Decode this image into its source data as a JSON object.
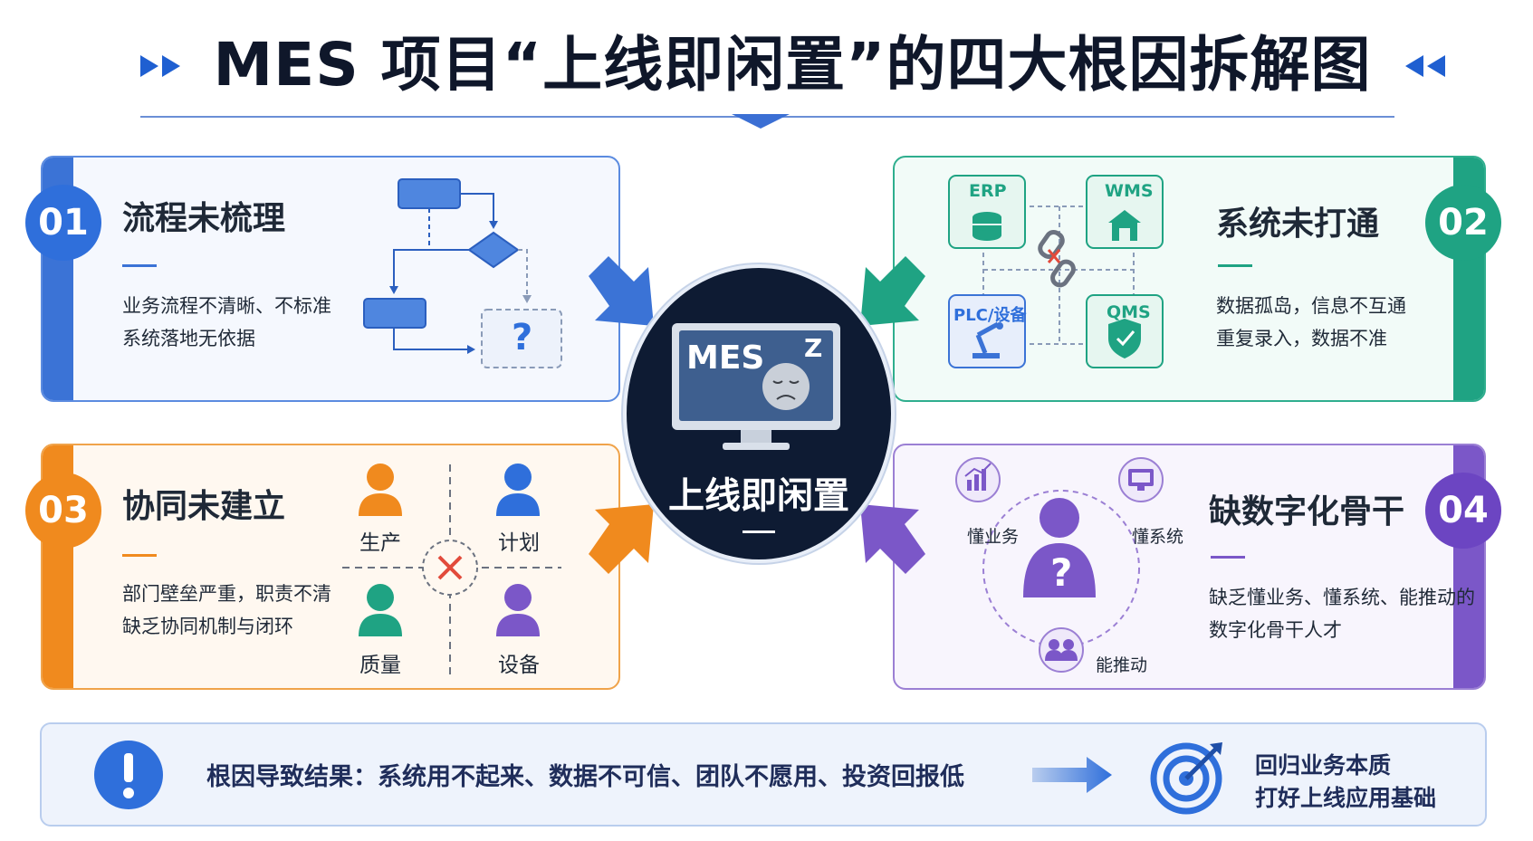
{
  "title": "MES 项目“上线即闲置”的四大根因拆解图",
  "colors": {
    "blue": "#3b73d6",
    "green": "#1fa383",
    "orange": "#f08a1e",
    "purple": "#7b57c8",
    "navy": "#0e1b33"
  },
  "center": {
    "screen_text": "MES",
    "sleep_glyph": "Z",
    "label": "上线即闲置"
  },
  "causes": [
    {
      "number": "01",
      "title": "流程未梳理",
      "lines": [
        "业务流程不清晰、不标准",
        "系统落地无依据"
      ],
      "icon": "flowchart-icon",
      "question": "?"
    },
    {
      "number": "02",
      "title": "系统未打通",
      "lines": [
        "数据孤岛，信息不互通",
        "重复录入，数据不准"
      ],
      "systems": [
        "ERP",
        "WMS",
        "PLC/设备",
        "QMS"
      ],
      "icon": "broken-link-icon"
    },
    {
      "number": "03",
      "title": "协同未建立",
      "lines": [
        "部门壁垒严重，职责不清",
        "缺乏协同机制与闭环"
      ],
      "departments": [
        "生产",
        "计划",
        "质量",
        "设备"
      ],
      "icon": "cross-icon"
    },
    {
      "number": "04",
      "title": "缺数字化骨干",
      "lines": [
        "缺乏懂业务、懂系统、能推动的",
        "数字化骨干人才"
      ],
      "skills": [
        "懂业务",
        "懂系统",
        "能推动"
      ],
      "question": "?"
    }
  ],
  "result": {
    "text": "根因导致结果：系统用不起来、数据不可信、团队不愿用、投资回报低",
    "goal_lines": [
      "回归业务本质",
      "打好上线应用基础"
    ],
    "alert_icon": "exclamation-icon",
    "goal_icon": "target-icon"
  }
}
